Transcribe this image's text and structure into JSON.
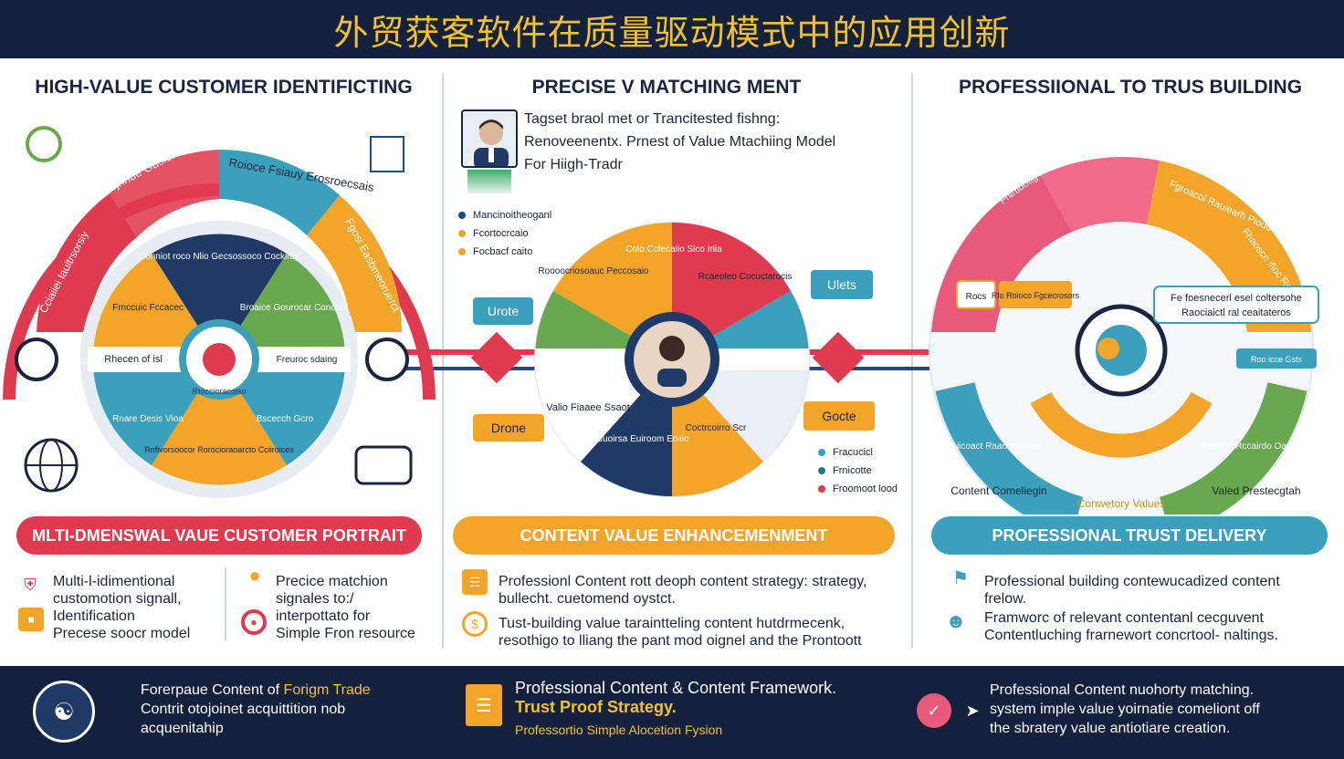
{
  "title": "外贸获客软件在质量驱动模式中的应用创新",
  "columns": [
    {
      "heading": "HIGH-VALUE CUSTOMER IDENTIFICTING"
    },
    {
      "heading": "PRECISE V MATCHING MENT"
    },
    {
      "heading": "PROFESSIIONAL TO TRUS BUILDING"
    }
  ],
  "left_diagram": {
    "arc_labels": [
      "Aijhriue Gusicaves",
      "Roioce Fsiauy Erosroecsais",
      "Fgosi Easbmeoruerct",
      "Cciaiiei Iauitrsorsiy"
    ],
    "wheel_segments": [
      "Conniot roco Nlio Gecsossoco Cockiray",
      "Broaice Gourocar Concoof",
      "Bscecch Gcro",
      "Rnfivorsoocor Rorocioraoarcto Cciiroices",
      "Rnare Desis Vioa",
      "Frnccuic Fccacec"
    ],
    "side_labels": [
      "Rhecen of isl",
      "Freuroc sdaing"
    ],
    "hub_label": "Rtoccioracoiso"
  },
  "middle": {
    "intro_lines": [
      "Tagset braol met or Trancitested fishng:",
      "Renoveenentx. Prnest of Value Mtachiing Model",
      "For Hiigh-Tradr"
    ],
    "legend": [
      {
        "label": "Mancinoitheoganl",
        "color": "#1f4b82"
      },
      {
        "label": "Fcortocrcaio",
        "color": "#f3a52a"
      },
      {
        "label": "Focbacf caito",
        "color": "#f3a52a"
      }
    ],
    "wheel_segments": [
      "Colo Ccfecaiio Sico Iriia",
      "Rcaeoleo Cocuctarocis",
      "Roooocriosoauc Peccosaio",
      "Valio Fiaaee Ssaot",
      "Buoirsa Euiroom Eoiiio",
      "Coctrcoirro Scr"
    ],
    "tags": [
      "Urote",
      "Ulets",
      "Drone",
      "Gocte"
    ],
    "bottom_legend": [
      {
        "label": "Fracucicl",
        "color": "#3aa0bb"
      },
      {
        "label": "Frnicotte",
        "color": "#1f7a7a"
      },
      {
        "label": "Froomoot lood",
        "color": "#e03a4e"
      }
    ]
  },
  "right_diagram": {
    "arc_labels": [
      "Fnirtiootig Fromcaice",
      "Fgroacoi Rauiearh Piouo Gearoa",
      "Fhaoscn ifioc Roosot"
    ],
    "callouts": [
      "Rocs",
      "Rlo Roioco Fgcecrosors",
      "Fe foesnecerl esel coltersohe",
      "Raociaictl ral ceaitateros",
      "Roo icce Gsts"
    ],
    "bottom_labels": [
      "Fcooiicoact Raaocaiaeoe",
      "Content Comeliegin",
      "Conwetory Values",
      "Roeonn Rccairdo Oacas",
      "Valed Prestecgtah"
    ]
  },
  "pills": {
    "left": "MLTI-DMENSWAL VAUE CUSTOMER PORTRAIT",
    "middle": "CONTENT VALUE ENHANCEMENMENT",
    "right": "PROFESSIONAL TRUST DELIVERY"
  },
  "descriptions": {
    "left_a": [
      "Multi-l-idimentional",
      "customotion signall,",
      "Identification",
      "Precese soocr model"
    ],
    "left_b": [
      "Precice matchion",
      "signales to:/",
      "interpottato for",
      "Simple Fron resource"
    ],
    "middle_a": [
      "Professionl Content rott deoph content strategy:  strategy,",
      "bullecht. cuetomend oystct."
    ],
    "middle_b": [
      "Tust-building value taraintteling content hutdrmecenk,",
      "resothigo to lliang the pant mod oignel and the Prontoott"
    ],
    "right_a": [
      "Professional building contewucadized content",
      "frelow."
    ],
    "right_b": [
      "Framworc of relevant  contentanl cecguvent",
      "Contentluching frarnewort  concrtool- naltings."
    ]
  },
  "footer": {
    "left": {
      "prefix": "Forerpaue Content of ",
      "highlight": "Forigm Trade",
      "lines": [
        "Contrit otojoinet acquittition nob",
        "acquenitahip"
      ]
    },
    "middle": {
      "line1": "Professional Content & Content Framework.",
      "highlight": "Trust Proof Strategy.",
      "sub": "Professortio Simple Alocetion Fysion"
    },
    "right": {
      "lines": [
        "Professional Content nuohorty matching.",
        "system imple value yoirnatie comeliont off",
        "the sbratery value antiotiare creation."
      ]
    }
  },
  "colors": {
    "navy": "#14213d",
    "gold": "#f2c12e",
    "red": "#e03a4e",
    "orange": "#f3a52a",
    "teal": "#3aa0bb",
    "green": "#6aa84f",
    "dark_blue": "#1f4b82"
  }
}
